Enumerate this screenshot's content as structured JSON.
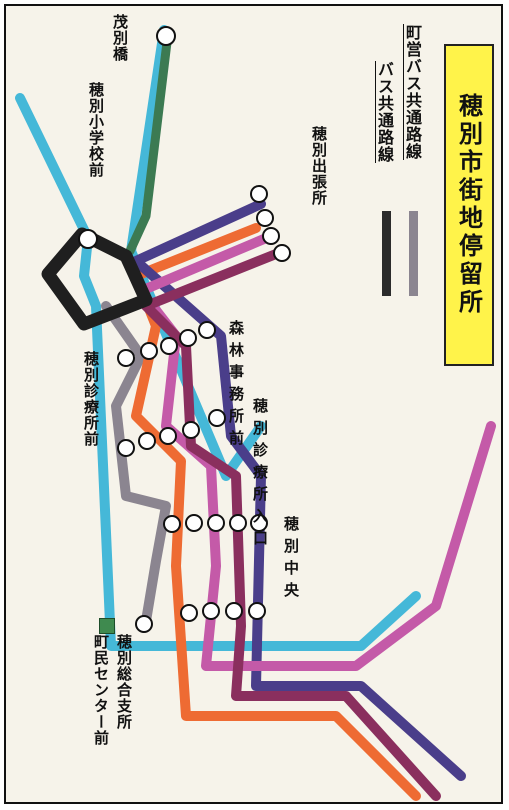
{
  "title": "穂別市街地停留所",
  "legend": [
    {
      "label": "バス共通路線",
      "color": "#2b2b2b"
    },
    {
      "label": "町営バス共通路線",
      "color": "#8b8590"
    }
  ],
  "stops": {
    "moheji_bashi": "茂別橋",
    "hobetsu_school": "穂別小学校前",
    "hobetsu_branch": "穂別出張所",
    "forest_office": "森林事務所前",
    "clinic_entrance": "穂別診療所入口",
    "clinic_front": "穂別診療所前",
    "hobetsu_center": "穂別中央",
    "general_branch": "穂別総合支所",
    "civic_center": "町民センター前"
  },
  "route_colors": {
    "cyan": "#45b8d8",
    "green": "#3c7a52",
    "purple": "#4a3e8a",
    "orange": "#ee6b33",
    "pink": "#c45aa8",
    "maroon": "#8a2f5e",
    "gray": "#8b8590",
    "black": "#1f1f1f"
  }
}
